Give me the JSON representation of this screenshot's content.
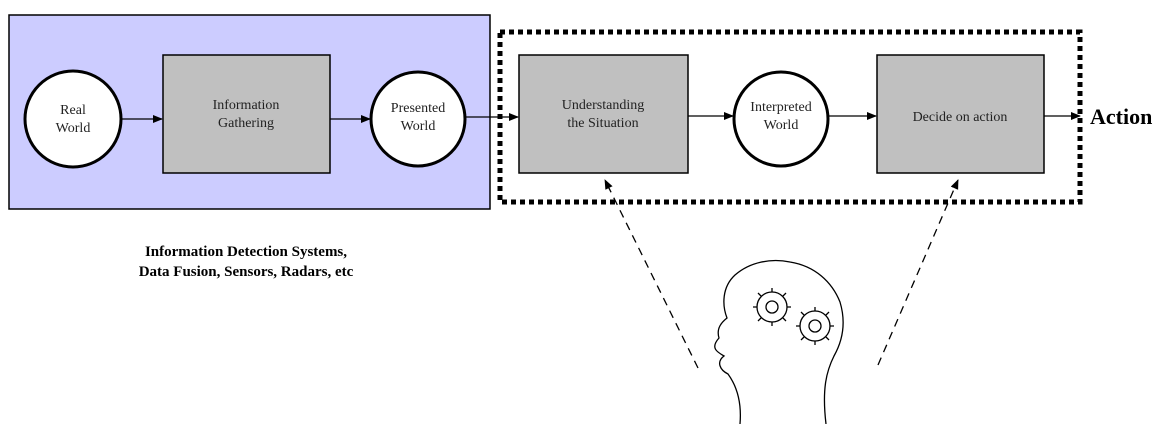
{
  "diagram": {
    "nodes": {
      "real_world": [
        "Real",
        "World"
      ],
      "info_gathering": [
        "Information",
        "Gathering"
      ],
      "presented_world": [
        "Presented",
        "World"
      ],
      "understanding": [
        "Understanding",
        "the Situation"
      ],
      "interpreted_world": [
        "Interpreted",
        "World"
      ],
      "decide": [
        "Decide on action"
      ]
    },
    "output_label": "Action",
    "caption": [
      "Information Detection Systems,",
      "Data Fusion, Sensors, Radars, etc"
    ],
    "colors": {
      "system_fill": "#ccccff",
      "process_fill": "#c0c0c0",
      "stroke": "#000000"
    },
    "icons": [
      "head-with-gears-icon"
    ]
  }
}
